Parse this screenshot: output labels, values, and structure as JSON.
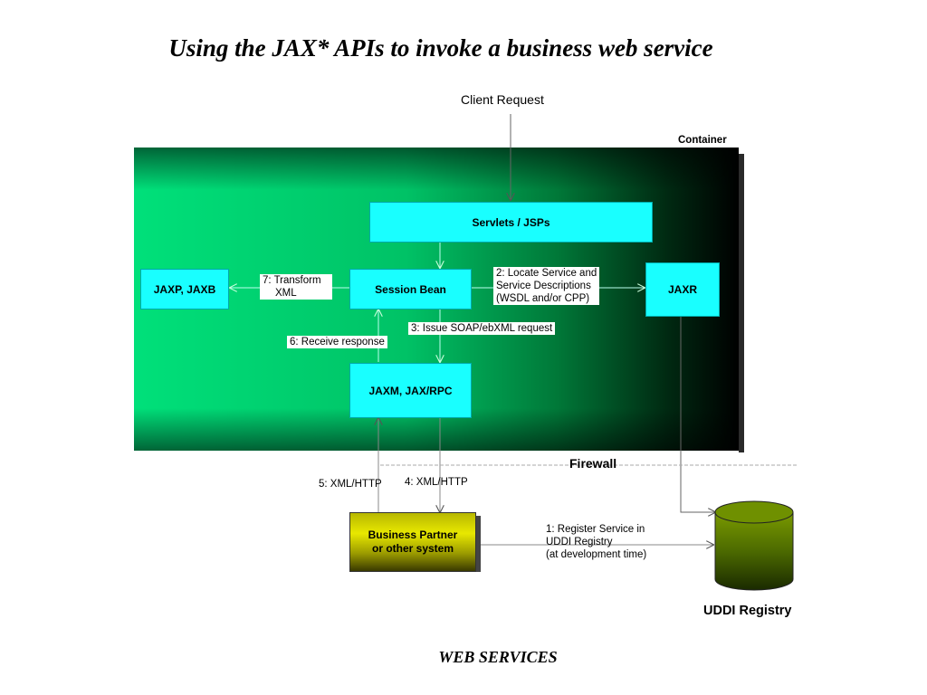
{
  "title": "Using the JAX* APIs to invoke a business web service",
  "footer": "WEB SERVICES",
  "diagram": {
    "client_request": "Client Request",
    "container_label": "Container",
    "firewall_label": "Firewall",
    "uddi_label": "UDDI Registry",
    "boxes": {
      "servlets": "Servlets / JSPs",
      "session_bean": "Session Bean",
      "jaxp": "JAXP, JAXB",
      "jaxr": "JAXR",
      "jaxm": "JAXM, JAX/RPC",
      "partner_line1": "Business Partner",
      "partner_line2": "or other system"
    },
    "labels": {
      "transform_line1": "7: Transform",
      "transform_line2": "XML",
      "locate_line1": "2: Locate Service and",
      "locate_line2": "Service Descriptions",
      "locate_line3": "(WSDL and/or CPP)",
      "issue": "3: Issue SOAP/ebXML request",
      "receive": "6: Receive response",
      "xml_http_5": "5: XML/HTTP",
      "xml_http_4": "4: XML/HTTP",
      "register_line1": "1: Register Service in",
      "register_line2": "UDDI Registry",
      "register_line3": "(at development time)"
    }
  }
}
